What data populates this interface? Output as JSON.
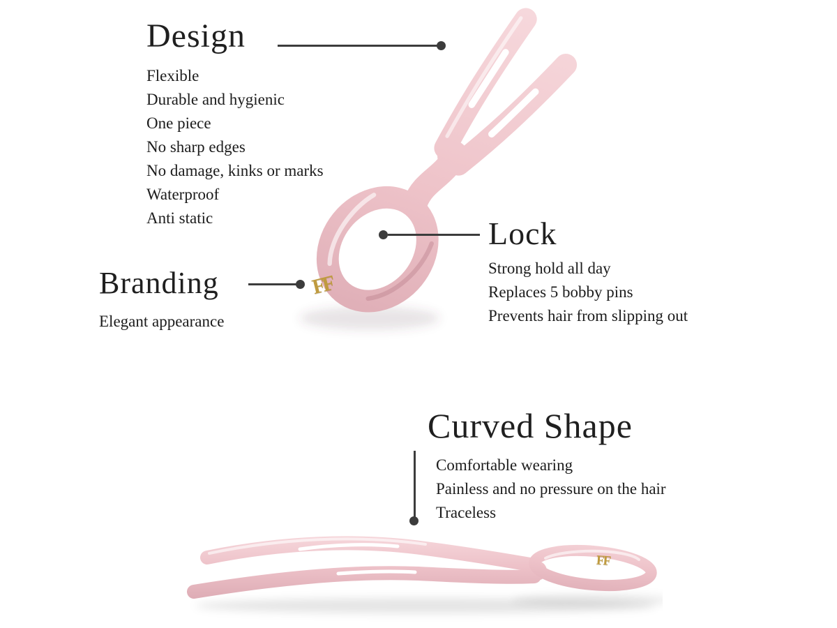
{
  "product": {
    "monogram": "FF",
    "colors": {
      "pin_pink": "#eec3c9",
      "pin_shade": "#dcaab3",
      "pin_highlight": "#f7d9dd",
      "gold": "#bf9b3f",
      "callout_line": "#3c3c3c",
      "text": "#1c1c1c",
      "background": "#ffffff"
    }
  },
  "sections": {
    "design": {
      "title": "Design",
      "items": [
        "Flexible",
        "Durable and hygienic",
        "One piece",
        "No sharp edges",
        "No damage, kinks or marks",
        "Waterproof",
        "Anti static"
      ]
    },
    "lock": {
      "title": "Lock",
      "items": [
        "Strong hold all day",
        "Replaces 5 bobby pins",
        "Prevents hair from slipping out"
      ]
    },
    "branding": {
      "title": "Branding",
      "items": [
        "Elegant appearance"
      ]
    },
    "curved_shape": {
      "title": "Curved Shape",
      "items": [
        "Comfortable wearing",
        "Painless and no pressure on the hair",
        "Traceless"
      ]
    }
  }
}
